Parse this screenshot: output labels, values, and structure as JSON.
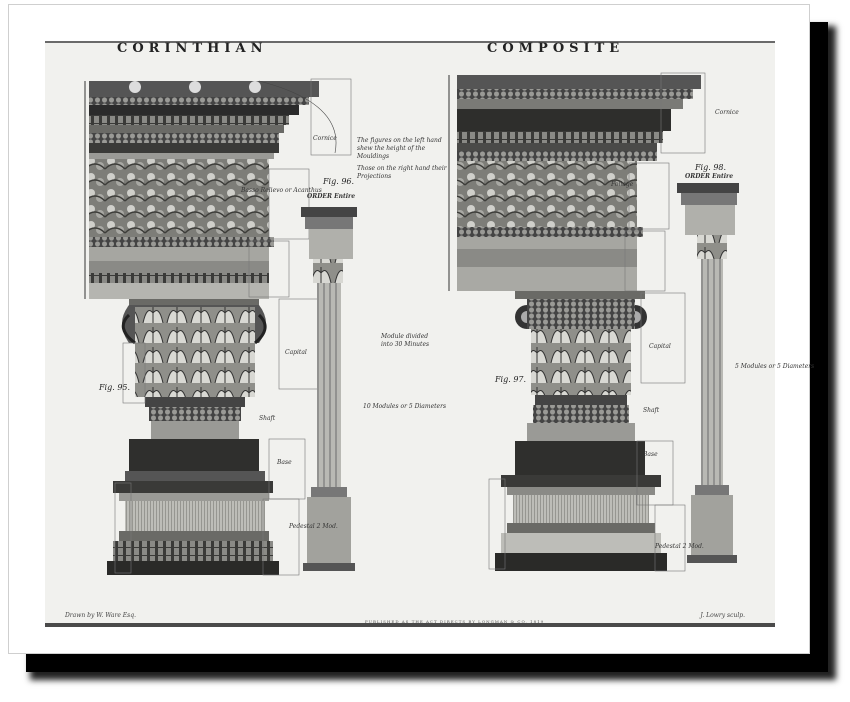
{
  "plate": {
    "title_left": "CORINTHIAN",
    "title_right": "COMPOSITE",
    "fig_left_entablature": "Fig. 96.",
    "fig_left_capital": "Fig. 95.",
    "fig_right_capital": "Fig. 97.",
    "fig_right_entablature": "Fig. 98.",
    "order_label_left": "ORDER Entire",
    "order_label_right": "ORDER Entire",
    "note_heights": "The figures on the left hand shew the height of the Mouldings",
    "note_projections": "Those on the right hand their Projections",
    "note_module": "Module divided into 30 Minutes",
    "label_cornice": "Cornice",
    "label_capital": "Capital",
    "label_shaft": "Shaft",
    "label_base": "Base",
    "label_pedestal": "Pedestal 2 Mod.",
    "label_frieze_left": "Basso Relievo or Acanthus",
    "label_frieze_right": "Foliage",
    "label_modules_left": "10 Modules or 5 Diameters",
    "label_modules_right": "5 Modules or 5 Diameters",
    "caption_left": "Drawn by W. Ware Esq.",
    "caption_right": "J. Lowry sculp.",
    "footer": "PUBLISHED AS THE ACT DIRECTS BY LONGMAN & CO. 1819"
  }
}
